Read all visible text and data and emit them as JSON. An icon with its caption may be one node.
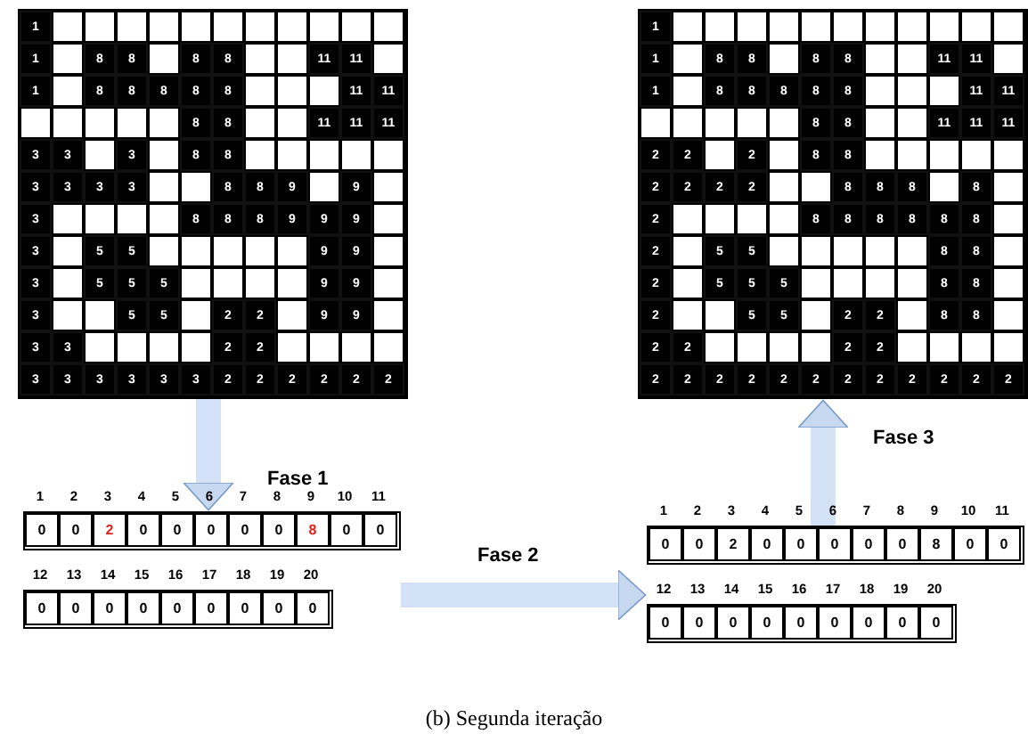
{
  "diagram": {
    "caption": "(b) Segunda iteração",
    "nodes": [
      {
        "text": [],
        "shape": "box"
      },
      {
        "text": [
          "1"
        ],
        "in": 0
      },
      {
        "text": [],
        "shape": "box",
        "in": 0
      },
      {
        "text": [],
        "shape": "box",
        "in": 0
      },
      {
        "text": [],
        "shape": "box",
        "in": 0
      },
      {
        "text": [],
        "shape": "box",
        "in": 0
      },
      {
        "text": [],
        "shape": "box",
        "in": 0
      },
      {
        "text": [],
        "shape": "box",
        "in": 0
      },
      {
        "text": [],
        "shape": "box",
        "in": 0
      },
      {
        "text": [],
        "shape": "box",
        "in": 0
      },
      {
        "text": [],
        "shape": "box",
        "in": 0
      },
      {
        "text": [],
        "shape": "box",
        "in": 0
      },
      {
        "text": [],
        "shape": "box",
        "in": 0
      },
      {
        "text": [
          "1"
        ],
        "in": 0
      },
      {
        "text": [],
        "shape": "box",
        "in": 0
      },
      {
        "text": [
          "8"
        ],
        "in": 0
      },
      {
        "text": [
          "8"
        ],
        "in": 0
      },
      {
        "text": [],
        "shape": "box",
        "in": 0
      },
      {
        "text": [
          "8"
        ],
        "in": 0
      },
      {
        "text": [
          "8"
        ],
        "in": 0
      },
      {
        "text": [],
        "shape": "box",
        "in": 0
      },
      {
        "text": [],
        "shape": "box",
        "in": 0
      },
      {
        "text": [
          "11"
        ],
        "in": 0
      },
      {
        "text": [
          "11"
        ],
        "in": 0
      },
      {
        "text": [],
        "shape": "box",
        "in": 0
      },
      {
        "text": [
          "1"
        ],
        "in": 0
      },
      {
        "text": [],
        "shape": "box",
        "in": 0
      },
      {
        "text": [
          "8"
        ],
        "in": 0
      },
      {
        "text": [
          "8"
        ],
        "in": 0
      },
      {
        "text": [
          "8"
        ],
        "in": 0
      },
      {
        "text": [
          "8"
        ],
        "in": 0
      },
      {
        "text": [
          "8"
        ],
        "in": 0
      },
      {
        "text": [],
        "shape": "box",
        "in": 0
      },
      {
        "text": [],
        "shape": "box",
        "in": 0
      },
      {
        "text": [],
        "shape": "box",
        "in": 0
      },
      {
        "text": [
          "11"
        ],
        "in": 0
      },
      {
        "text": [
          "11"
        ],
        "in": 0
      },
      {
        "text": [],
        "shape": "box",
        "in": 0
      },
      {
        "text": [],
        "shape": "box",
        "in": 0
      },
      {
        "text": [],
        "shape": "box",
        "in": 0
      },
      {
        "text": [],
        "shape": "box",
        "in": 0
      },
      {
        "text": [],
        "shape": "box",
        "in": 0
      },
      {
        "text": [
          "8"
        ],
        "in": 0
      },
      {
        "text": [
          "8"
        ],
        "in": 0
      },
      {
        "text": [],
        "shape": "box",
        "in": 0
      },
      {
        "text": [],
        "shape": "box",
        "in": 0
      },
      {
        "text": [
          "11"
        ],
        "in": 0
      },
      {
        "text": [
          "11"
        ],
        "in": 0
      },
      {
        "text": [
          "11"
        ],
        "in": 0
      },
      {
        "text": [
          "3"
        ],
        "in": 0
      },
      {
        "text": [
          "3"
        ],
        "in": 0
      },
      {
        "text": [],
        "shape": "box",
        "in": 0
      },
      {
        "text": [
          "3"
        ],
        "in": 0
      },
      {
        "text": [],
        "shape": "box",
        "in": 0
      },
      {
        "text": [
          "8"
        ],
        "in": 0
      },
      {
        "text": [
          "8"
        ],
        "in": 0
      },
      {
        "text": [],
        "shape": "box",
        "in": 0
      },
      {
        "text": [],
        "shape": "box",
        "in": 0
      },
      {
        "text": [],
        "shape": "box",
        "in": 0
      },
      {
        "text": [],
        "shape": "box",
        "in": 0
      },
      {
        "text": [],
        "shape": "box",
        "in": 0
      },
      {
        "text": [
          "3"
        ],
        "in": 0
      },
      {
        "text": [
          "3"
        ],
        "in": 0
      },
      {
        "text": [
          "3"
        ],
        "in": 0
      },
      {
        "text": [
          "3"
        ],
        "in": 0
      },
      {
        "text": [],
        "shape": "box",
        "in": 0
      },
      {
        "text": [],
        "shape": "box",
        "in": 0
      },
      {
        "text": [
          "8"
        ],
        "in": 0
      },
      {
        "text": [
          "8"
        ],
        "in": 0
      },
      {
        "text": [
          "9"
        ],
        "in": 0
      },
      {
        "text": [],
        "shape": "box",
        "in": 0
      },
      {
        "text": [
          "9"
        ],
        "in": 0
      },
      {
        "text": [],
        "shape": "box",
        "in": 0
      },
      {
        "text": [
          "3"
        ],
        "in": 0
      },
      {
        "text": [],
        "shape": "box",
        "in": 0
      },
      {
        "text": [],
        "shape": "box",
        "in": 0
      },
      {
        "text": [],
        "shape": "box",
        "in": 0
      },
      {
        "text": [],
        "shape": "box",
        "in": 0
      },
      {
        "text": [
          "8"
        ],
        "in": 0
      },
      {
        "text": [
          "8"
        ],
        "in": 0
      },
      {
        "text": [
          "8"
        ],
        "in": 0
      },
      {
        "text": [
          "9"
        ],
        "in": 0
      },
      {
        "text": [
          "9"
        ],
        "in": 0
      },
      {
        "text": [
          "9"
        ],
        "in": 0
      },
      {
        "text": [],
        "shape": "box",
        "in": 0
      },
      {
        "text": [
          "3"
        ],
        "in": 0
      },
      {
        "text": [],
        "shape": "box",
        "in": 0
      },
      {
        "text": [
          "5"
        ],
        "in": 0
      },
      {
        "text": [
          "5"
        ],
        "in": 0
      },
      {
        "text": [],
        "shape": "box",
        "in": 0
      },
      {
        "text": [],
        "shape": "box",
        "in": 0
      },
      {
        "text": [],
        "shape": "box",
        "in": 0
      },
      {
        "text": [],
        "shape": "box",
        "in": 0
      },
      {
        "text": [],
        "shape": "box",
        "in": 0
      },
      {
        "text": [
          "9"
        ],
        "in": 0
      },
      {
        "text": [
          "9"
        ],
        "in": 0
      },
      {
        "text": [],
        "shape": "box",
        "in": 0
      },
      {
        "text": [
          "3"
        ],
        "in": 0
      },
      {
        "text": [],
        "shape": "box",
        "in": 0
      },
      {
        "text": [
          "5"
        ],
        "in": 0
      },
      {
        "text": [
          "5"
        ],
        "in": 0
      },
      {
        "text": [
          "5"
        ],
        "in": 0
      },
      {
        "text": [],
        "shape": "box",
        "in": 0
      },
      {
        "text": [],
        "shape": "box",
        "in": 0
      },
      {
        "text": [],
        "shape": "box",
        "in": 0
      },
      {
        "text": [],
        "shape": "box",
        "in": 0
      },
      {
        "text": [
          "9"
        ],
        "in": 0
      },
      {
        "text": [
          "9"
        ],
        "in": 0
      },
      {
        "text": [],
        "shape": "box",
        "in": 0
      },
      {
        "text": [
          "3"
        ],
        "in": 0
      },
      {
        "text": [],
        "shape": "box",
        "in": 0
      },
      {
        "text": [],
        "shape": "box",
        "in": 0
      },
      {
        "text": [
          "5"
        ],
        "in": 0
      },
      {
        "text": [
          "5"
        ],
        "in": 0
      },
      {
        "text": [],
        "shape": "box",
        "in": 0
      },
      {
        "text": [
          "2"
        ],
        "in": 0
      },
      {
        "text": [
          "2"
        ],
        "in": 0
      },
      {
        "text": [],
        "shape": "box",
        "in": 0
      },
      {
        "text": [
          "9"
        ],
        "in": 0
      },
      {
        "text": [
          "9"
        ],
        "in": 0
      },
      {
        "text": [],
        "shape": "box",
        "in": 0
      },
      {
        "text": [
          "3"
        ],
        "in": 0
      },
      {
        "text": [
          "3"
        ],
        "in": 0
      },
      {
        "text": [],
        "shape": "box",
        "in": 0
      },
      {
        "text": [],
        "shape": "box",
        "in": 0
      },
      {
        "text": [],
        "shape": "box",
        "in": 0
      },
      {
        "text": [],
        "shape": "box",
        "in": 0
      },
      {
        "text": [
          "2"
        ],
        "in": 0
      },
      {
        "text": [
          "2"
        ],
        "in": 0
      },
      {
        "text": [],
        "shape": "box",
        "in": 0
      },
      {
        "text": [],
        "shape": "box",
        "in": 0
      },
      {
        "text": [],
        "shape": "box",
        "in": 0
      },
      {
        "text": [],
        "shape": "box",
        "in": 0
      },
      {
        "text": [
          "3"
        ],
        "in": 0
      },
      {
        "text": [
          "3"
        ],
        "in": 0
      },
      {
        "text": [
          "3"
        ],
        "in": 0
      },
      {
        "text": [
          "3"
        ],
        "in": 0
      },
      {
        "text": [
          "3"
        ],
        "in": 0
      },
      {
        "text": [
          "3"
        ],
        "in": 0
      },
      {
        "text": [
          "2"
        ],
        "in": 0
      },
      {
        "text": [
          "2"
        ],
        "in": 0
      },
      {
        "text": [
          "2"
        ],
        "in": 0
      },
      {
        "text": [
          "2"
        ],
        "in": 0
      },
      {
        "text": [
          "2"
        ],
        "in": 0
      },
      {
        "text": [
          "2"
        ],
        "in": 0
      },
      {
        "text": [],
        "shape": "box"
      },
      {
        "text": [
          "1"
        ],
        "in": 145
      },
      {
        "text": [],
        "shape": "box",
        "in": 145
      },
      {
        "text": [],
        "shape": "box",
        "in": 145
      },
      {
        "text": [],
        "shape": "box",
        "in": 145
      },
      {
        "text": [],
        "shape": "box",
        "in": 145
      },
      {
        "text": [],
        "shape": "box",
        "in": 145
      },
      {
        "text": [],
        "shape": "box",
        "in": 145
      },
      {
        "text": [],
        "shape": "box",
        "in": 145
      },
      {
        "text": [],
        "shape": "box",
        "in": 145
      },
      {
        "text": [],
        "shape": "box",
        "in": 145
      },
      {
        "text": [],
        "shape": "box",
        "in": 145
      },
      {
        "text": [],
        "shape": "box",
        "in": 145
      },
      {
        "text": [
          "1"
        ],
        "in": 145
      },
      {
        "text": [],
        "shape": "box",
        "in": 145
      },
      {
        "text": [
          "8"
        ],
        "in": 145
      },
      {
        "text": [
          "8"
        ],
        "in": 145
      },
      {
        "text": [],
        "shape": "box",
        "in": 145
      },
      {
        "text": [
          "8"
        ],
        "in": 145
      },
      {
        "text": [
          "8"
        ],
        "in": 145
      },
      {
        "text": [],
        "shape": "box",
        "in": 145
      },
      {
        "text": [],
        "shape": "box",
        "in": 145
      },
      {
        "text": [
          "11"
        ],
        "in": 145
      },
      {
        "text": [
          "11"
        ],
        "in": 145
      },
      {
        "text": [],
        "shape": "box",
        "in": 145
      },
      {
        "text": [
          "1"
        ],
        "in": 145
      },
      {
        "text": [],
        "shape": "box",
        "in": 145
      },
      {
        "text": [
          "8"
        ],
        "in": 145
      },
      {
        "text": [
          "8"
        ],
        "in": 145
      },
      {
        "text": [
          "8"
        ],
        "in": 145
      },
      {
        "text": [
          "8"
        ],
        "in": 145
      },
      {
        "text": [
          "8"
        ],
        "in": 145
      },
      {
        "text": [],
        "shape": "box",
        "in": 145
      },
      {
        "text": [],
        "shape": "box",
        "in": 145
      },
      {
        "text": [],
        "shape": "box",
        "in": 145
      },
      {
        "text": [
          "11"
        ],
        "in": 145
      },
      {
        "text": [
          "11"
        ],
        "in": 145
      },
      {
        "text": [],
        "shape": "box",
        "in": 145
      },
      {
        "text": [],
        "shape": "box",
        "in": 145
      },
      {
        "text": [],
        "shape": "box",
        "in": 145
      },
      {
        "text": [],
        "shape": "box",
        "in": 145
      },
      {
        "text": [],
        "shape": "box",
        "in": 145
      },
      {
        "text": [
          "8"
        ],
        "in": 145
      },
      {
        "text": [
          "8"
        ],
        "in": 145
      },
      {
        "text": [],
        "shape": "box",
        "in": 145
      },
      {
        "text": [],
        "shape": "box",
        "in": 145
      },
      {
        "text": [
          "11"
        ],
        "in": 145
      },
      {
        "text": [
          "11"
        ],
        "in": 145
      },
      {
        "text": [
          "11"
        ],
        "in": 145
      },
      {
        "text": [
          "2"
        ],
        "in": 145
      },
      {
        "text": [
          "2"
        ],
        "in": 145
      },
      {
        "text": [],
        "shape": "box",
        "in": 145
      },
      {
        "text": [
          "2"
        ],
        "in": 145
      },
      {
        "text": [],
        "shape": "box",
        "in": 145
      },
      {
        "text": [
          "8"
        ],
        "in": 145
      },
      {
        "text": [
          "8"
        ],
        "in": 145
      },
      {
        "text": [],
        "shape": "box",
        "in": 145
      },
      {
        "text": [],
        "shape": "box",
        "in": 145
      },
      {
        "text": [],
        "shape": "box",
        "in": 145
      },
      {
        "text": [],
        "shape": "box",
        "in": 145
      },
      {
        "text": [],
        "shape": "box",
        "in": 145
      },
      {
        "text": [
          "2"
        ],
        "in": 145
      },
      {
        "text": [
          "2"
        ],
        "in": 145
      },
      {
        "text": [
          "2"
        ],
        "in": 145
      },
      {
        "text": [
          "2"
        ],
        "in": 145
      },
      {
        "text": [],
        "shape": "box",
        "in": 145
      },
      {
        "text": [],
        "shape": "box",
        "in": 145
      },
      {
        "text": [
          "8"
        ],
        "in": 145
      },
      {
        "text": [
          "8"
        ],
        "in": 145
      },
      {
        "text": [
          "8"
        ],
        "in": 145
      },
      {
        "text": [],
        "shape": "box",
        "in": 145
      },
      {
        "text": [
          "8"
        ],
        "in": 145
      },
      {
        "text": [],
        "shape": "box",
        "in": 145
      },
      {
        "text": [
          "2"
        ],
        "in": 145
      },
      {
        "text": [],
        "shape": "box",
        "in": 145
      },
      {
        "text": [],
        "shape": "box",
        "in": 145
      },
      {
        "text": [],
        "shape": "box",
        "in": 145
      },
      {
        "text": [],
        "shape": "box",
        "in": 145
      },
      {
        "text": [
          "8"
        ],
        "in": 145
      },
      {
        "text": [
          "8"
        ],
        "in": 145
      },
      {
        "text": [
          "8"
        ],
        "in": 145
      },
      {
        "text": [
          "8"
        ],
        "in": 145
      },
      {
        "text": [
          "8"
        ],
        "in": 145
      },
      {
        "text": [
          "8"
        ],
        "in": 145
      },
      {
        "text": [],
        "shape": "box",
        "in": 145
      },
      {
        "text": [
          "2"
        ],
        "in": 145
      },
      {
        "text": [],
        "shape": "box",
        "in": 145
      },
      {
        "text": [
          "5"
        ],
        "in": 145
      },
      {
        "text": [
          "5"
        ],
        "in": 145
      },
      {
        "text": [],
        "shape": "box",
        "in": 145
      },
      {
        "text": [],
        "shape": "box",
        "in": 145
      },
      {
        "text": [],
        "shape": "box",
        "in": 145
      },
      {
        "text": [],
        "shape": "box",
        "in": 145
      },
      {
        "text": [],
        "shape": "box",
        "in": 145
      },
      {
        "text": [
          "8"
        ],
        "in": 145
      },
      {
        "text": [
          "8"
        ],
        "in": 145
      },
      {
        "text": [],
        "shape": "box",
        "in": 145
      },
      {
        "text": [
          "2"
        ],
        "in": 145
      },
      {
        "text": [],
        "shape": "box",
        "in": 145
      },
      {
        "text": [
          "5"
        ],
        "in": 145
      },
      {
        "text": [
          "5"
        ],
        "in": 145
      },
      {
        "text": [
          "5"
        ],
        "in": 145
      },
      {
        "text": [],
        "shape": "box",
        "in": 145
      },
      {
        "text": [],
        "shape": "box",
        "in": 145
      },
      {
        "text": [],
        "shape": "box",
        "in": 145
      },
      {
        "text": [],
        "shape": "box",
        "in": 145
      },
      {
        "text": [
          "8"
        ],
        "in": 145
      },
      {
        "text": [
          "8"
        ],
        "in": 145
      },
      {
        "text": [],
        "shape": "box",
        "in": 145
      },
      {
        "text": [
          "2"
        ],
        "in": 145
      },
      {
        "text": [],
        "shape": "box",
        "in": 145
      },
      {
        "text": [],
        "shape": "box",
        "in": 145
      },
      {
        "text": [
          "5"
        ],
        "in": 145
      },
      {
        "text": [
          "5"
        ],
        "in": 145
      },
      {
        "text": [],
        "shape": "box",
        "in": 145
      },
      {
        "text": [
          "2"
        ],
        "in": 145
      },
      {
        "text": [
          "2"
        ],
        "in": 145
      },
      {
        "text": [],
        "shape": "box",
        "in": 145
      },
      {
        "text": [
          "8"
        ],
        "in": 145
      },
      {
        "text": [
          "8"
        ],
        "in": 145
      },
      {
        "text": [],
        "shape": "box",
        "in": 145
      },
      {
        "text": [
          "2"
        ],
        "in": 145
      },
      {
        "text": [
          "2"
        ],
        "in": 145
      },
      {
        "text": [],
        "shape": "box",
        "in": 145
      },
      {
        "text": [],
        "shape": "box",
        "in": 145
      },
      {
        "text": [],
        "shape": "box",
        "in": 145
      },
      {
        "text": [],
        "shape": "box",
        "in": 145
      },
      {
        "text": [
          "2"
        ],
        "in": 145
      },
      {
        "text": [
          "2"
        ],
        "in": 145
      },
      {
        "text": [],
        "shape": "box",
        "in": 145
      },
      {
        "text": [],
        "shape": "box",
        "in": 145
      },
      {
        "text": [],
        "shape": "box",
        "in": 145
      },
      {
        "text": [],
        "shape": "box",
        "in": 145
      },
      {
        "text": [
          "2"
        ],
        "in": 145
      },
      {
        "text": [
          "2"
        ],
        "in": 145
      },
      {
        "text": [
          "2"
        ],
        "in": 145
      },
      {
        "text": [
          "2"
        ],
        "in": 145
      },
      {
        "text": [
          "2"
        ],
        "in": 145
      },
      {
        "text": [
          "2"
        ],
        "in": 145
      },
      {
        "text": [
          "2"
        ],
        "in": 145
      },
      {
        "text": [
          "2"
        ],
        "in": 145
      },
      {
        "text": [
          "2"
        ],
        "in": 145
      },
      {
        "text": [
          "2"
        ],
        "in": 145
      },
      {
        "text": [
          "2"
        ],
        "in": 145
      },
      {
        "text": [
          "2"
        ],
        "in": 145
      },
      {
        "text": [],
        "shape": "box"
      },
      {
        "text": [
          "0"
        ],
        "in": 290
      },
      {
        "text": [
          "0"
        ],
        "in": 290
      },
      {
        "text": [
          "2"
        ],
        "in": 290
      },
      {
        "text": [
          "0"
        ],
        "in": 290
      },
      {
        "text": [
          "0"
        ],
        "in": 290
      },
      {
        "text": [
          "0"
        ],
        "in": 290
      },
      {
        "text": [
          "0"
        ],
        "in": 290
      },
      {
        "text": [
          "0"
        ],
        "in": 290
      },
      {
        "text": [
          "8"
        ],
        "in": 290
      },
      {
        "text": [
          "0"
        ],
        "in": 290
      },
      {
        "text": [
          "0"
        ],
        "in": 290
      },
      {
        "text": [],
        "shape": "box"
      },
      {
        "text": [
          "0"
        ],
        "in": 302
      },
      {
        "text": [
          "0"
        ],
        "in": 302
      },
      {
        "text": [
          "0"
        ],
        "in": 302
      },
      {
        "text": [
          "0"
        ],
        "in": 302
      },
      {
        "text": [
          "0"
        ],
        "in": 302
      },
      {
        "text": [
          "0"
        ],
        "in": 302
      },
      {
        "text": [
          "0"
        ],
        "in": 302
      },
      {
        "text": [
          "0"
        ],
        "in": 302
      },
      {
        "text": [
          "0"
        ],
        "in": 302
      },
      {
        "text": [],
        "shape": "box"
      },
      {
        "text": [
          "0"
        ],
        "in": 312
      },
      {
        "text": [
          "0"
        ],
        "in": 312
      },
      {
        "text": [
          "2"
        ],
        "in": 312
      },
      {
        "text": [
          "0"
        ],
        "in": 312
      },
      {
        "text": [
          "0"
        ],
        "in": 312
      },
      {
        "text": [
          "0"
        ],
        "in": 312
      },
      {
        "text": [
          "0"
        ],
        "in": 312
      },
      {
        "text": [
          "0"
        ],
        "in": 312
      },
      {
        "text": [
          "8"
        ],
        "in": 312
      },
      {
        "text": [
          "0"
        ],
        "in": 312
      },
      {
        "text": [
          "0"
        ],
        "in": 312
      },
      {
        "text": [],
        "shape": "box"
      },
      {
        "text": [
          "0"
        ],
        "in": 324
      },
      {
        "text": [
          "0"
        ],
        "in": 324
      },
      {
        "text": [
          "0"
        ],
        "in": 324
      },
      {
        "text": [
          "0"
        ],
        "in": 324
      },
      {
        "text": [
          "0"
        ],
        "in": 324
      },
      {
        "text": [
          "0"
        ],
        "in": 324
      },
      {
        "text": [
          "0"
        ],
        "in": 324
      },
      {
        "text": [
          "0"
        ],
        "in": 324
      },
      {
        "text": [
          "0"
        ],
        "in": 324
      }
    ],
    "edges": [
      {
        "from": 0,
        "to": 290,
        "arrow": "to",
        "label": "Fase 1"
      },
      {
        "from": 290,
        "to": 312,
        "arrow": "to",
        "label": "Fase 2"
      },
      {
        "from": 312,
        "to": 145,
        "arrow": "to",
        "label": "Fase 3"
      }
    ],
    "labels": [
      "1",
      "2",
      "3",
      "4",
      "5",
      "6",
      "7",
      "8",
      "9",
      "10",
      "11",
      "12",
      "13",
      "14",
      "15",
      "16",
      "17",
      "18",
      "19",
      "20",
      "1",
      "2",
      "3",
      "4",
      "5",
      "6",
      "7",
      "8",
      "9",
      "10",
      "11",
      "12",
      "13",
      "14",
      "15",
      "16",
      "17",
      "18",
      "19",
      "20"
    ]
  }
}
